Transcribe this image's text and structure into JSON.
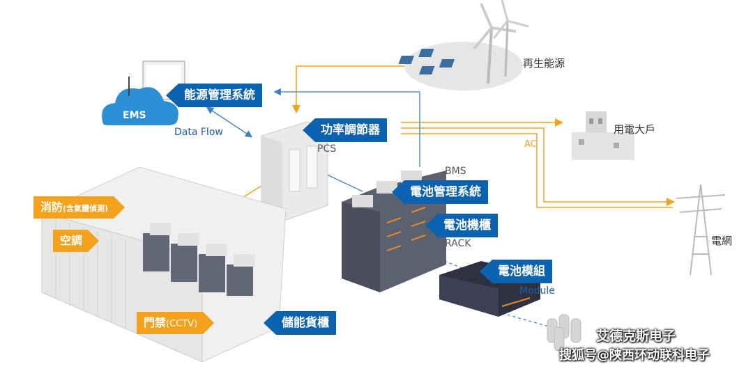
{
  "labels": {
    "ems_cloud": "EMS",
    "ems": "能源管理系統",
    "data_flow": "Data Flow",
    "pcs": "功率調節器",
    "pcs_en": "PCS",
    "renewable": "再生能源",
    "consumer": "用電大戶",
    "ac": "AC",
    "grid": "電網",
    "bms_en": "BMS",
    "bms": "電池管理系統",
    "rack": "電池機櫃",
    "rack_en": "RACK",
    "module": "電池模組",
    "module_en": "Module",
    "fire_main": "消防",
    "fire_sub": "(含氣體偵測)",
    "aircon": "空調",
    "access": "門禁",
    "access_sub": "(CCTV)",
    "container": "儲能貨櫃"
  },
  "watermark": {
    "brand": "艾德克斯电子",
    "source": "搜狐号@陕西环动联科电子"
  },
  "colors": {
    "blue_label": "#0b62b0",
    "orange_label": "#f4a21c",
    "ac_line": "#f4a21c",
    "data_line": "#3a7fc4"
  }
}
